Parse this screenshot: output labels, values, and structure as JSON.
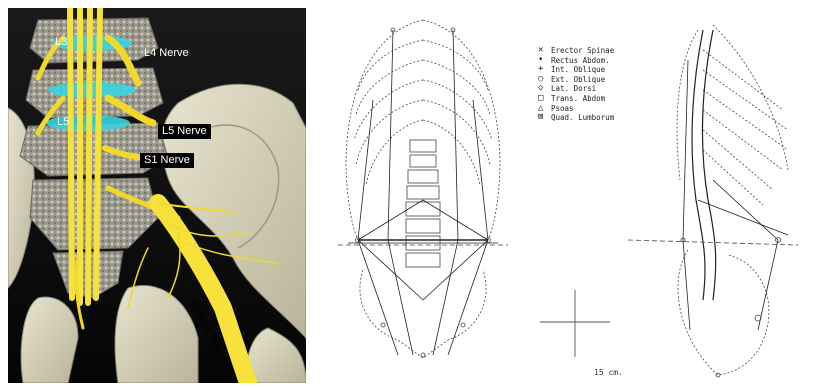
{
  "left_figure": {
    "vertebra_labels": [
      "L3",
      "L5"
    ],
    "nerve_labels": [
      "L4 Nerve",
      "L5 Nerve",
      "S1 Nerve"
    ],
    "sciatic_label": "Sciatic Nerve"
  },
  "right_figure": {
    "legend": [
      {
        "symbol": "✕",
        "label": "Erector Spinae"
      },
      {
        "symbol": "•",
        "label": "Rectus Abdom."
      },
      {
        "symbol": "+",
        "label": "Int. Oblique"
      },
      {
        "symbol": "○",
        "label": "Ext. Oblique"
      },
      {
        "symbol": "◇",
        "label": "Lat. Dorsi"
      },
      {
        "symbol": "□",
        "label": "Trans. Abdom"
      },
      {
        "symbol": "△",
        "label": "Psoas"
      },
      {
        "symbol": "⊠",
        "label": "Quad. Lumborum"
      }
    ],
    "scale_label": "15 cm."
  }
}
